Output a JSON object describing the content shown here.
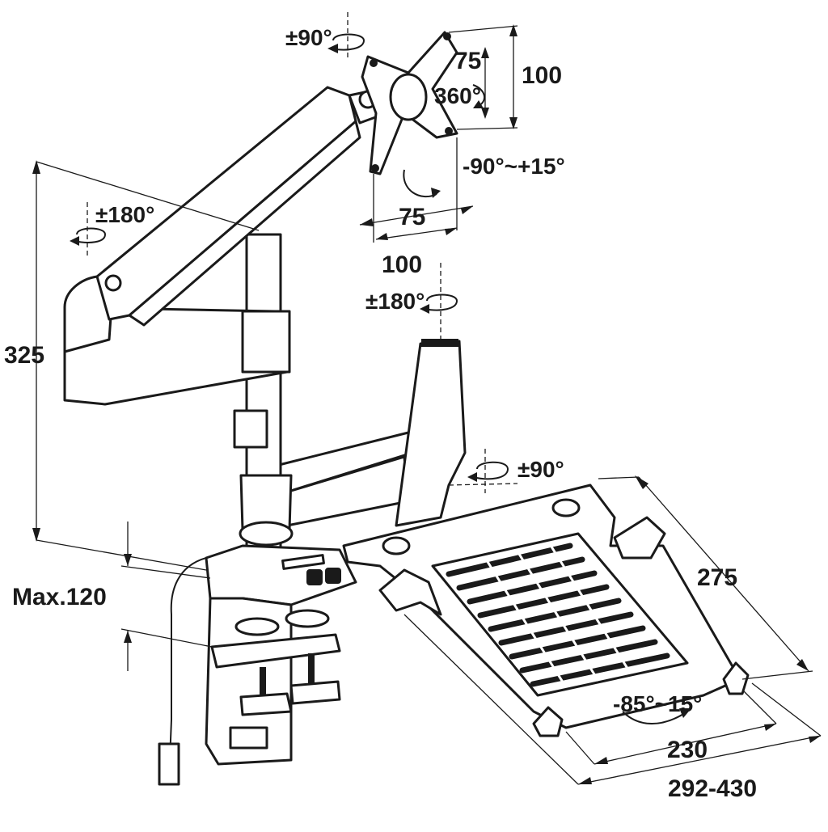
{
  "diagram": {
    "colors": {
      "line": "#1a1a1a",
      "background": "#ffffff",
      "fill": "#f4f4f4"
    },
    "vesa": {
      "rotate_label": "±90°",
      "small_pitch_v": "75",
      "large_pitch_v": "100",
      "spin_label": "360°",
      "tilt_label": "-90°~+15°",
      "small_pitch_h": "75",
      "large_pitch_h": "100"
    },
    "arm": {
      "swivel_label": "±180°",
      "height_label": "325"
    },
    "pole": {
      "swivel_label": "±180°"
    },
    "clamp": {
      "max_label": "Max.120"
    },
    "tray": {
      "rotate_label": "±90°",
      "depth_label": "275",
      "tilt_label": "-85°~15°",
      "width_label": "230",
      "range_label": "292-430"
    }
  }
}
